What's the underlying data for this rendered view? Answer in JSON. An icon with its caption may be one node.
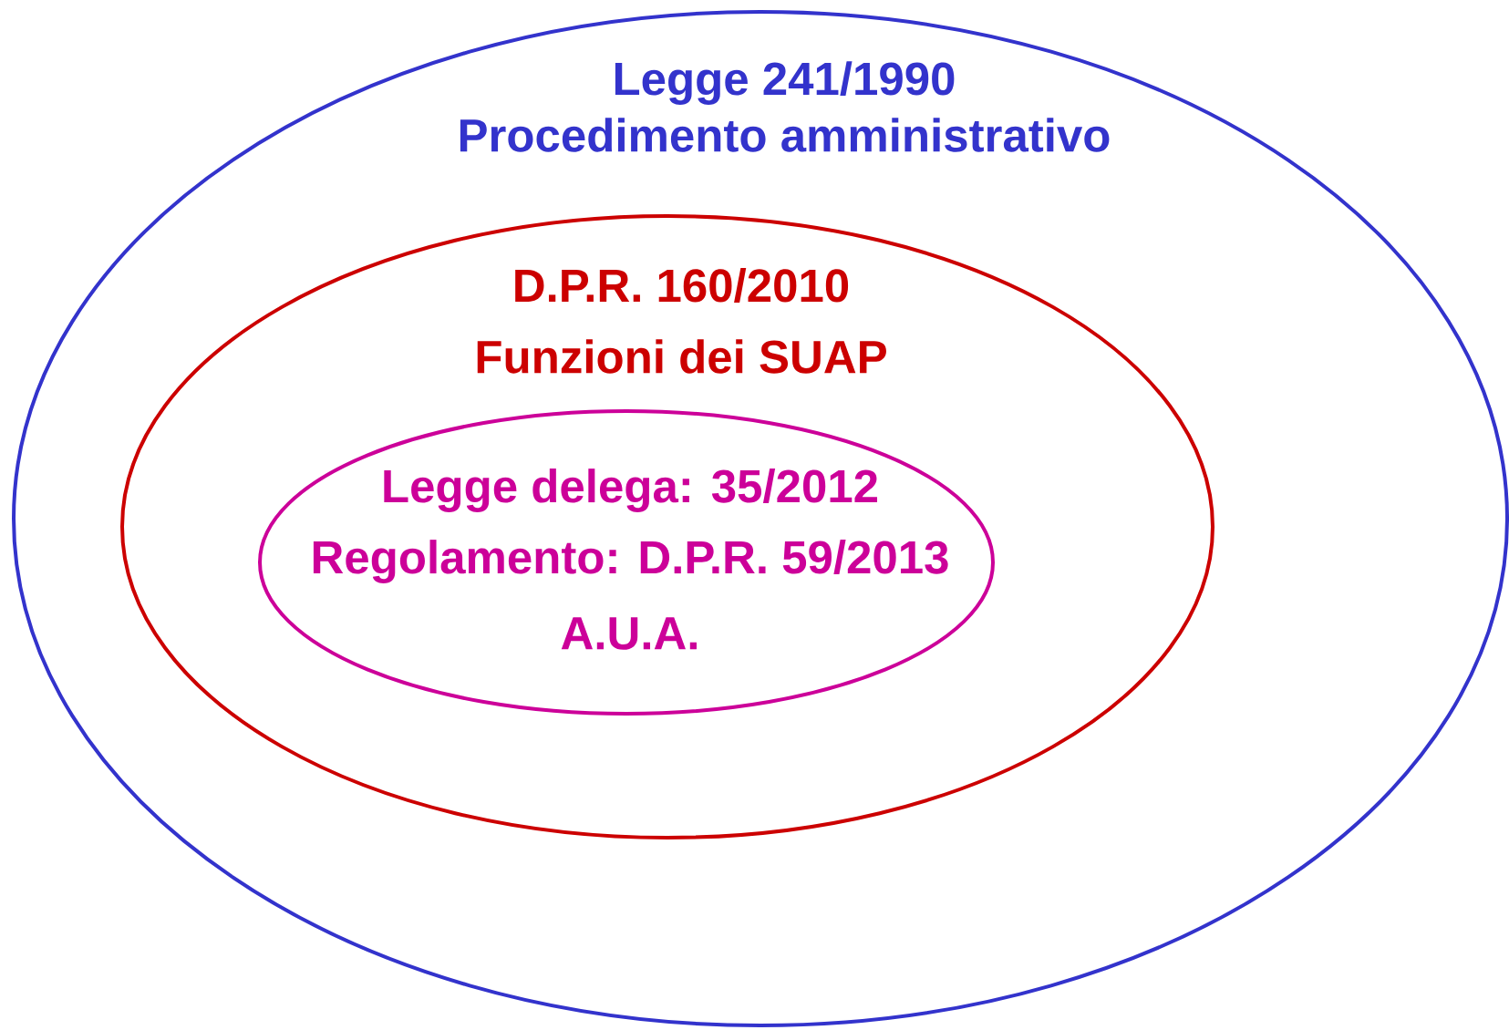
{
  "diagram": {
    "nodes": [
      {
        "text": [
          "Legge 241/1990",
          "Procedimento amministrativo"
        ]
      },
      {
        "text": [
          "D.P.R. 160/2010",
          "Funzioni dei SUAP"
        ],
        "in": 0
      },
      {
        "text": [
          "Legge delega: 35/2012",
          "Regolamento: D.P.R. 59/2013",
          "A.U.A."
        ],
        "in": 1
      }
    ]
  }
}
